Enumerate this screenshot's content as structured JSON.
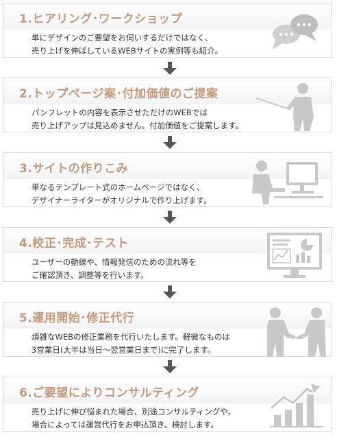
{
  "steps": [
    {
      "title": "1.ヒアリング･ワークショップ",
      "lines": [
        "単にデザインのご要望をお伺いするだけではなく、",
        "売り上げを伸ばしているWEBサイトの実例等も紹介。"
      ],
      "icon": "chat-bubbles-icon"
    },
    {
      "title": "2.トップページ案･付加価値のご提案",
      "lines": [
        "パンフレットの内容を表示させただけのWEBでは",
        "売り上げアップは見込めません。付加価値をご提案します。"
      ],
      "icon": "presenter-icon"
    },
    {
      "title": "3.サイトの作りこみ",
      "lines": [
        "単なるテンプレート式のホームページではなく、",
        "デザイナーライターがオリジナルで作り上げます。"
      ],
      "icon": "person-at-computer-icon"
    },
    {
      "title": "4.校正･完成･テスト",
      "lines": [
        "ユーザーの動線や、情報発信のための流れ等を",
        "ご確認頂き、調整等を行います。"
      ],
      "icon": "monitor-charts-icon"
    },
    {
      "title": "5.運用開始･修正代行",
      "lines": [
        "煩雑なWEBの修正業務を代行いたします。軽微なものは",
        "3営業日(大半は当日～翌営業日まで)に完了します。"
      ],
      "icon": "handshake-icon"
    },
    {
      "title": "6.ご要望によりコンサルティング",
      "lines": [
        "売り上げに伸び悩まれた場合、別途コンサルティングや、",
        "場合によっては運営代行をお申込頂き、検討します。"
      ],
      "icon": "growth-chart-icon"
    }
  ],
  "colors": {
    "title": "#c49a7a",
    "icon": "#c8c8c8",
    "arrow": "#555555",
    "border": "#d9d9d9"
  }
}
